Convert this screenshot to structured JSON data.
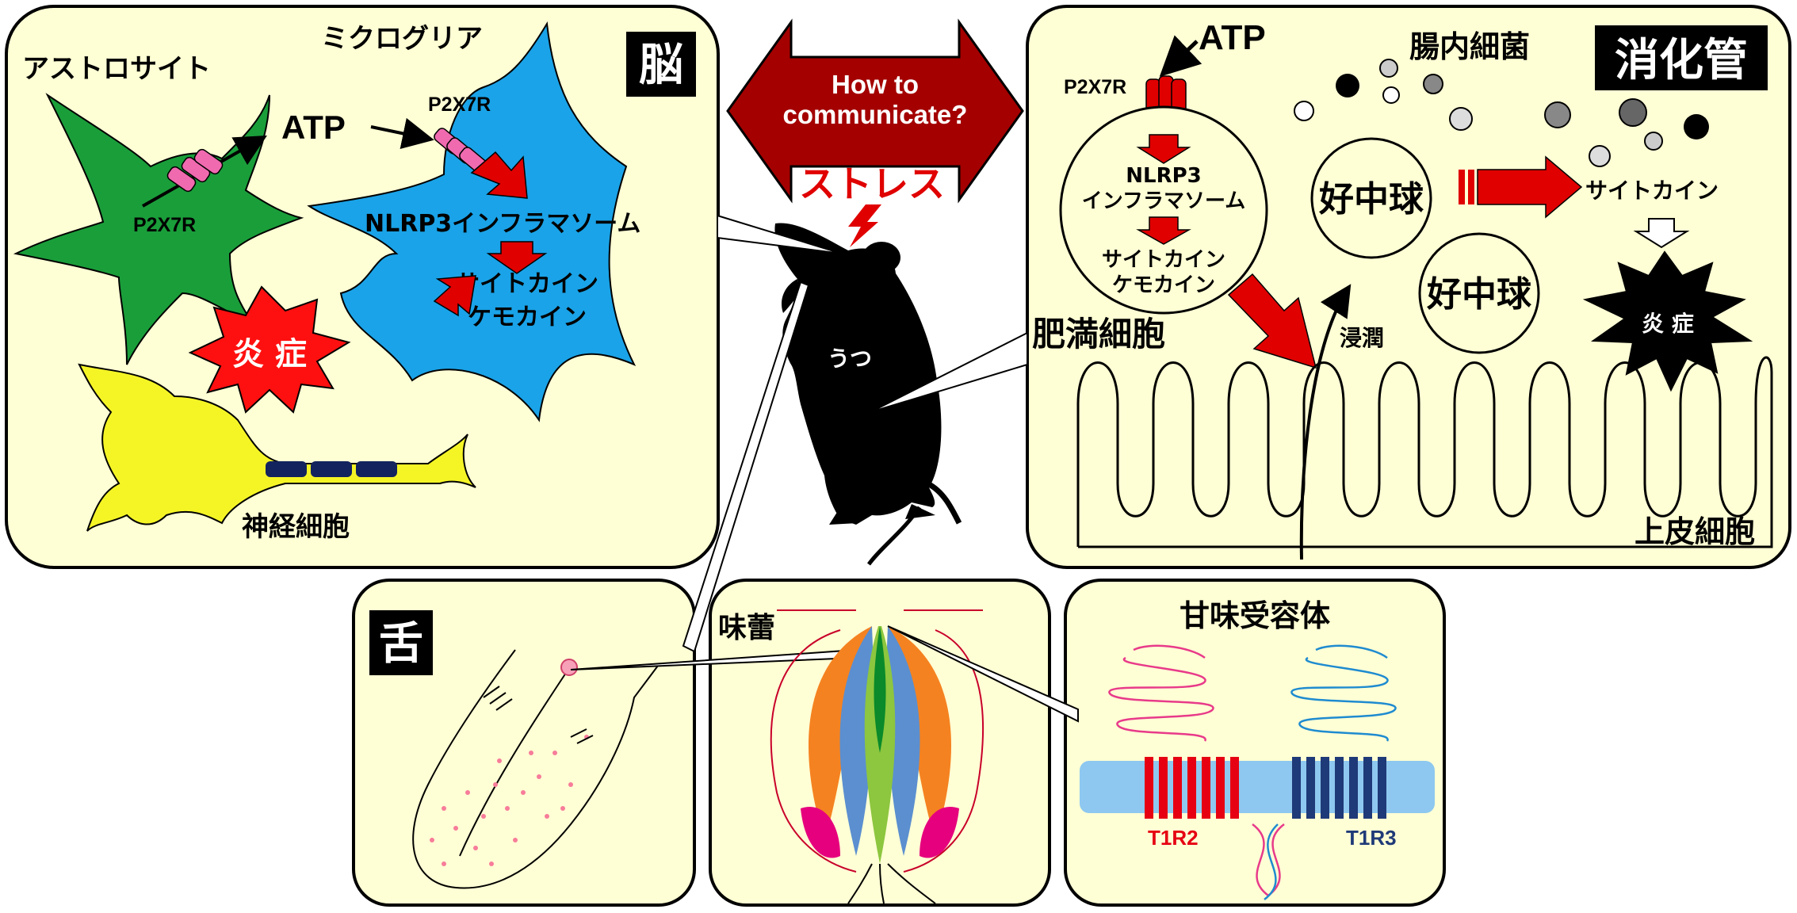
{
  "center": {
    "question_line1": "How to",
    "question_line2": "communicate?",
    "stress": "ストレス",
    "mouse_label": "うつ"
  },
  "brain": {
    "title": "脳",
    "astrocyte": "アストロサイト",
    "microglia": "ミクログリア",
    "atp": "ATP",
    "p2x7r_astro": "P2X7R",
    "p2x7r_micro": "P2X7R",
    "nlrp3": "NLRP3インフラマソーム",
    "cytokine": "サイトカイン",
    "chemokine": "ケモカイン",
    "inflammation": "炎 症",
    "neuron": "神経細胞"
  },
  "gut": {
    "title": "消化管",
    "atp": "ATP",
    "p2x7r": "P2X7R",
    "bacteria": "腸内細菌",
    "nlrp3": "NLRP3",
    "inflammasome": "インフラマソーム",
    "cytokine": "サイトカイン",
    "chemokine": "ケモカイン",
    "neutrophil1": "好中球",
    "neutrophil2": "好中球",
    "cytokine_right": "サイトカイン",
    "inflammation": "炎 症",
    "mast_cell": "肥満細胞",
    "infiltration": "浸潤",
    "epithelium": "上皮細胞"
  },
  "tongue": {
    "title": "舌"
  },
  "taste_bud": {
    "title": "味蕾"
  },
  "receptor": {
    "title": "甘味受容体",
    "t1r2": "T1R2",
    "t1r3": "T1R3"
  },
  "colors": {
    "panel_fill": "#ffffd5",
    "astrocyte": "#1a9e3a",
    "microglia": "#1aa3e8",
    "neuron": "#f5f526",
    "red_arrow": "#e00000",
    "dark_red_arrow": "#a40000",
    "t1r2": "#e60012",
    "t1r3": "#1f3a78",
    "membrane": "#8ec8f0"
  }
}
